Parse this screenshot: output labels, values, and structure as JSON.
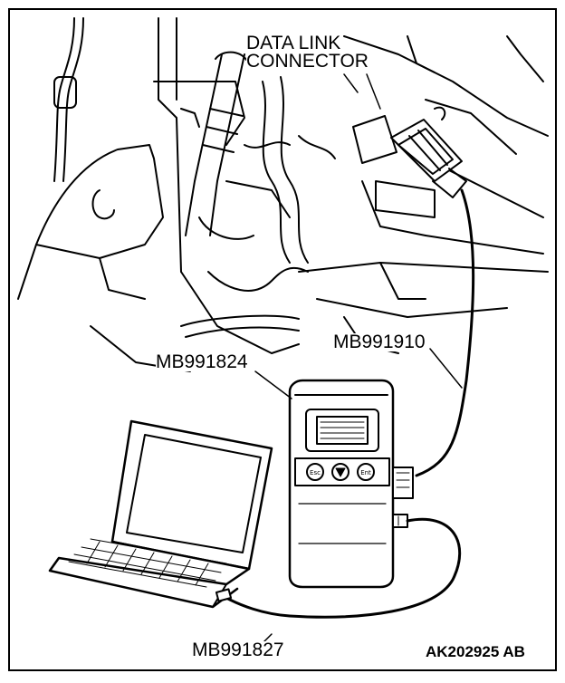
{
  "labels": {
    "data_link_connector_line1": "DATA LINK",
    "data_link_connector_line2": "CONNECTOR",
    "mb991910": "MB991910",
    "mb991824": "MB991824",
    "mb991827": "MB991827",
    "figure_id": "AK202925 AB"
  },
  "device": {
    "button_left": "Esc",
    "button_right": "Ent"
  }
}
